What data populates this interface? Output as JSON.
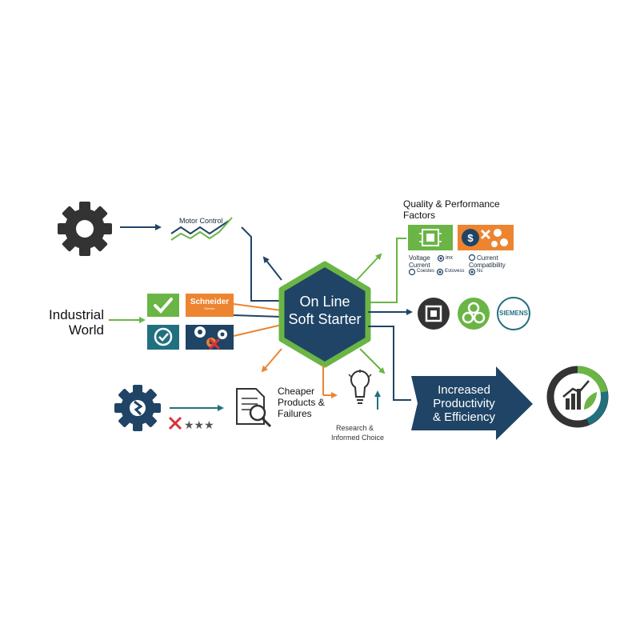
{
  "center": {
    "line1": "On Line",
    "line2": "Soft Starter"
  },
  "motor_control": {
    "label": "Motor Control"
  },
  "industrial_world": {
    "line1": "Industrial",
    "line2": "World"
  },
  "schneider": {
    "name": "Schneider",
    "tagline": "Electric"
  },
  "quality": {
    "title_line1": "Quality & Performance",
    "title_line2": "Factors",
    "voltage": "Voltage",
    "current": "Current",
    "opt_inx": "inx",
    "opt_current": "Current",
    "compatibility": "Compatibility",
    "opt_coestes": "Coestes",
    "opt_estovess": "Estovess",
    "opt_ns": "Ns"
  },
  "brands": {
    "siemens": "SIEMENS"
  },
  "cheaper": {
    "line1": "Cheaper",
    "line2": "Products &",
    "line3": "Failures"
  },
  "research": {
    "line1": "Research &",
    "line2": "Informed Choice"
  },
  "productivity": {
    "line1": "Increased",
    "line2": "Productivity",
    "line3": "& Efficiency"
  },
  "colors": {
    "navy": "#1f4466",
    "green": "#6ab545",
    "orange": "#ec8430",
    "teal": "#21707f",
    "dark": "#333333"
  }
}
